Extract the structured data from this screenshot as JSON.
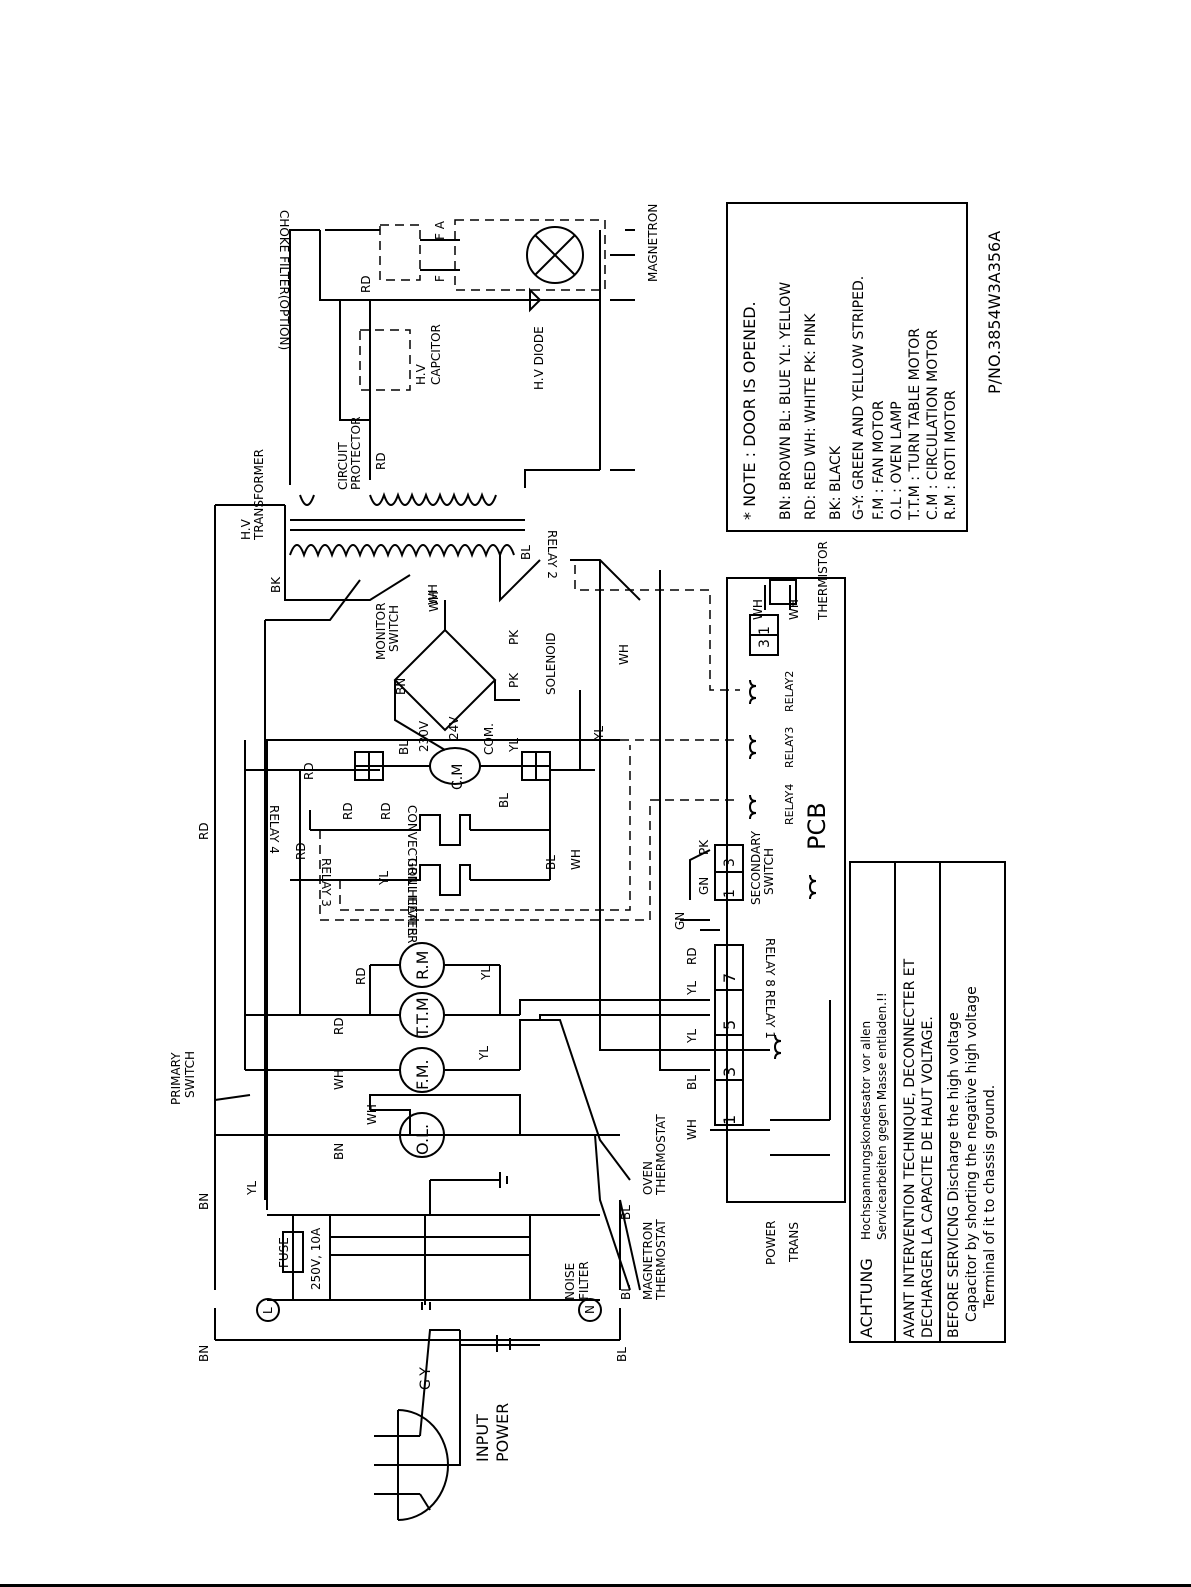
{
  "labels": {
    "input_power": [
      "INPUT",
      "POWER"
    ],
    "g_y": "G-Y",
    "bn": "BN",
    "bl": "BL",
    "rd": "RD",
    "wh": "WH",
    "yl": "YL",
    "bk": "BK",
    "pk": "PK",
    "gn": "GN",
    "l": "L",
    "n": "N",
    "fuse": "FUSE",
    "fuse_rating": "250V, 10A",
    "noise_filter": [
      "NOISE",
      "FILTER"
    ],
    "primary_switch": [
      "PRIMARY",
      "SWITCH"
    ],
    "magnetron_thermostat": [
      "MAGNETRON",
      "THERMOSTAT"
    ],
    "oven_thermostat": [
      "OVEN",
      "THERMOSTAT"
    ],
    "power_trans": [
      "POWER",
      "TRANS"
    ],
    "ol": "O.L.",
    "fm": "F.M.",
    "ttm": "T.T.M",
    "rm": "R.M",
    "grill_heater": "GRILL HEATER",
    "convection_heater": "CONVECTION HEATER",
    "relay3": "RELAY 3",
    "relay4": "RELAY 4",
    "relay2": "RELAY 2",
    "relay1": "RELAY 1",
    "relay8": "RELAY 8",
    "cm": "C.M",
    "v230": "230V",
    "v24": "24V",
    "com": "COM.",
    "monitor_switch": [
      "MONITOR",
      "SWITCH"
    ],
    "solenoid": "SOLENOID",
    "hv_transformer": [
      "H.V",
      "TRANSFORMER"
    ],
    "circuit_protector": [
      "CIRCUIT",
      "PROTECTOR"
    ],
    "hv_capacitor": [
      "H.V",
      "CAPCITOR"
    ],
    "hv_diode": "H.V DIODE",
    "magnetron": "MAGNETRON",
    "choke_filter": "CHOKE FILTER(OPTION)",
    "f": "F",
    "fa": "F A",
    "pcb": "PCB",
    "pcb_relay2": "RELAY2",
    "pcb_relay3": "RELAY3",
    "pcb_relay4": "RELAY4",
    "thermistor": "THERMISTOR",
    "secondary_switch": [
      "SECONDARY",
      "SWITCH"
    ],
    "pin1": "1",
    "pin3": "3",
    "pin5": "5",
    "pin7": "7"
  },
  "legend": {
    "title": "* NOTE : DOOR IS OPENED.",
    "lines": [
      "BN: BROWN  BL: BLUE   YL: YELLOW",
      "RD: RED    WH: WHITE   PK: PINK",
      "BK: BLACK",
      "G-Y: GREEN AND YELLOW STRIPED.",
      "F.M :  FAN MOTOR",
      "O.L :  OVEN LAMP",
      "T.T.M :  TURN TABLE MOTOR",
      "C.M :  CIRCULATION MOTOR",
      "R.M :  ROTI MOTOR"
    ]
  },
  "part_number": "P/NO.3854W3A356A",
  "warning": {
    "achtung_title": "ACHTUNG",
    "achtung_lines": [
      "Hochspannungskondesator vor allen",
      "Servicearbeiten gegen Masse entladen.!!"
    ],
    "avant_lines": [
      "AVANT INTERVENTION TECHNIQUE, DECONNECTER ET",
      "DECHARGER LA CAPACITE DE HAUT VOLTAGE."
    ],
    "before_lines": [
      "BEFORE SERVICNG Discharge the high voltage",
      "Capacitor by shorting the negative high voltage",
      "Terminal of it to chassis ground."
    ]
  }
}
